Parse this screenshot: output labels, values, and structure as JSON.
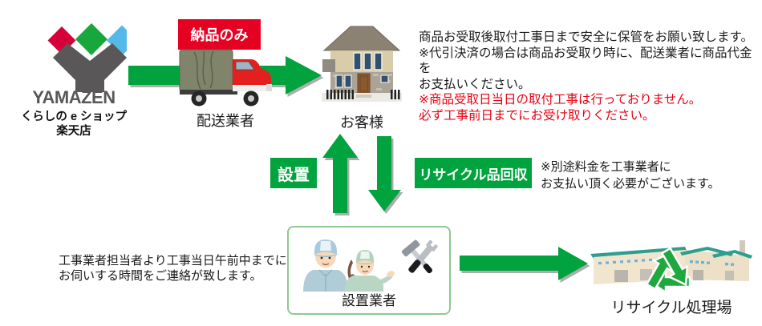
{
  "logo": {
    "brand": "YAMAZEN",
    "shop_line1": "くらしの e ショップ",
    "shop_line2": "楽天店"
  },
  "labels": {
    "delivery_only_badge": "納品のみ",
    "courier": "配送業者",
    "customer": "お客様",
    "install": "設置",
    "recycle_pickup": "リサイクル品回収",
    "installer": "設置業者",
    "recycle_plant": "リサイクル処理場"
  },
  "notes": {
    "keep_line1": "商品お受取後取付工事日まで安全に保管をお願い致します。",
    "keep_line2": "※代引決済の場合は商品お受取り時に、配送業者に商品代金を",
    "keep_line3": "お支払いください。",
    "warn_line1": "※商品受取日当日の取付工事は行っておりません。",
    "warn_line2": "必ず工事前日までにお受け取りください。",
    "fee_line1": "※別途料金を工事業者に",
    "fee_line2": "お支払い頂く必要がございます。",
    "visit_line1": "工事業者担当者より工事当日午前中までに",
    "visit_line2": "お伺いする時間をご連絡が致します。"
  },
  "icons": {
    "logo_mark": "yamazen-y-diamonds",
    "truck": "delivery-truck",
    "house": "customer-house",
    "workers": "installer-workers",
    "tools": "hammer-wrench",
    "factory": "recycle-plant-building",
    "recycle_symbol": "recycling-arrows"
  },
  "colors": {
    "arrow_green": "#00a33d",
    "badge_red": "#e60021",
    "warning_red": "#e60012",
    "text_black": "#1a1a1a",
    "logo_gray": "#595757",
    "logo_red": "#d7003a",
    "logo_green": "#18a73c",
    "logo_blue": "#54b8e8",
    "installer_box_border": "#8fc98f",
    "recycle_symbol_green": "#1ea83e"
  }
}
